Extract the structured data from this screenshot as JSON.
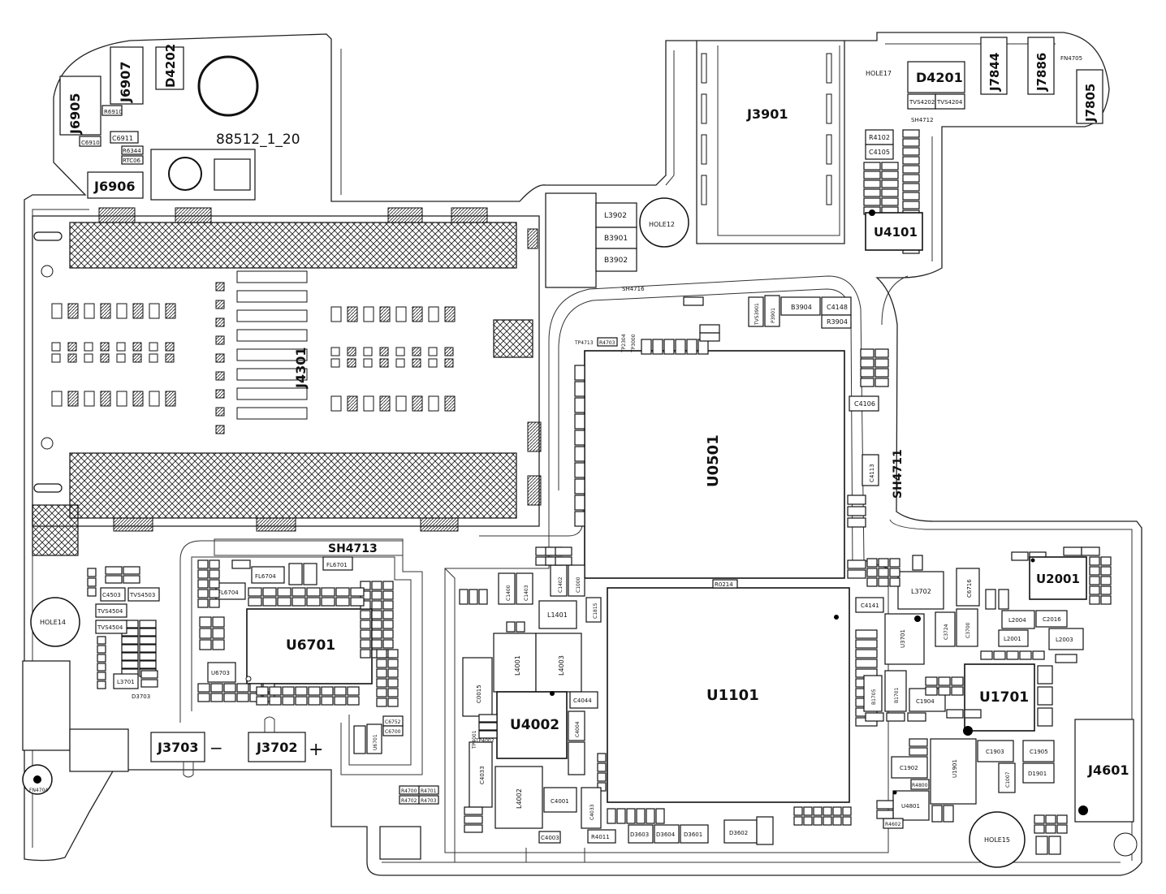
{
  "board_name": "88512_1_20",
  "connectors": {
    "J6905": "J6905",
    "J6907": "J6907",
    "J6906": "J6906",
    "J3901": "J3901",
    "J7844": "J7844",
    "J7886": "J7886",
    "J7805": "J7805",
    "J4301": "J4301",
    "J3703": "J3703",
    "J3702": "J3702",
    "J4601": "J4601",
    "minus": "−",
    "plus": "+"
  },
  "diodes": {
    "D4202": "D4202",
    "D4201": "D4201"
  },
  "chips": {
    "U0501": "U0501",
    "U1101": "U1101",
    "U6701": "U6701",
    "U4002": "U4002",
    "U4101": "U4101",
    "U2001": "U2001",
    "U1701": "U1701",
    "U1901": "U1901",
    "U3701": "U3701",
    "U4801": "U4801",
    "U6703": "U6703",
    "U6701b": "U6701"
  },
  "holes": {
    "HOLE12": "HOLE12",
    "HOLE14": "HOLE14",
    "HOLE15": "HOLE15",
    "HOLE17": "HOLE17",
    "FN4704": "FN4704",
    "FN4705": "FN4705"
  },
  "shields": {
    "SH4713": "SH4713",
    "SH4711": "SH4711",
    "SH4712": "SH4712",
    "SH4716": "SH4716"
  },
  "inductors": {
    "L3902": "L3902",
    "B3901": "B3901",
    "B3902": "B3902",
    "L1401": "L1401",
    "L4001": "L4001",
    "L4003": "L4003",
    "L4002": "L4002",
    "L3702": "L3702",
    "L3701": "L3701",
    "L2004": "L2004",
    "L2001": "L2001",
    "L2003": "L2003",
    "B3904": "B3904",
    "R3904": "R3904",
    "FL6704": "FL6704",
    "FL6701": "FL6701"
  },
  "small_labels": {
    "R6910": "R6910",
    "C6910": "C6910",
    "C6911": "C6911",
    "R6344": "R6344",
    "RTC06": "RTC06",
    "TVS4202": "TVS4202",
    "TVS4204": "TVS4204",
    "R4102": "R4102",
    "C4105": "C4105",
    "C4106": "C4106",
    "C4113": "C4113",
    "C4148": "C4148",
    "C4141": "C4141",
    "C4503": "C4503",
    "TVS4504": "TVS4504",
    "TVS4503": "TVS4503",
    "D3703": "D3703",
    "C0015": "C0015",
    "C4044": "C4044",
    "C4001": "C4001",
    "C4003": "C4003",
    "C4004": "C4004",
    "C4033": "C4033",
    "R4011": "R4011",
    "TP4001": "TP4001",
    "TP4002": "TP4002",
    "D3603": "D3603",
    "D3604": "D3604",
    "D3601": "D3601",
    "D3602": "D3602",
    "C1904": "C1904",
    "C1903": "C1903",
    "C1905": "C1905",
    "C1902": "C1902",
    "C1007": "C1007",
    "D1901": "D1901",
    "R4800": "R4800",
    "R4602": "R4602",
    "C2016": "C2016",
    "C3724": "C3724",
    "C6716": "C6716",
    "C3700": "C3700",
    "B1705": "B1705",
    "B1701": "B1701",
    "R0214": "R0214",
    "C1400": "C1400",
    "C1403": "C1403",
    "C1402": "C1402",
    "C1000": "C1000",
    "C1815": "C1815",
    "TP2304": "TP2304",
    "TP3000": "TP3000",
    "R4703": "R4703",
    "TP4713": "TP4713",
    "TVS3901": "TVS3901",
    "P3901": "P3901",
    "R4700": "R4700",
    "R4701": "R4701",
    "R4702": "R4702",
    "R4703b": "R4703",
    "C6752": "C6752",
    "C6700": "C6700"
  },
  "colors": {
    "ink": "#111111",
    "paper": "#ffffff"
  }
}
